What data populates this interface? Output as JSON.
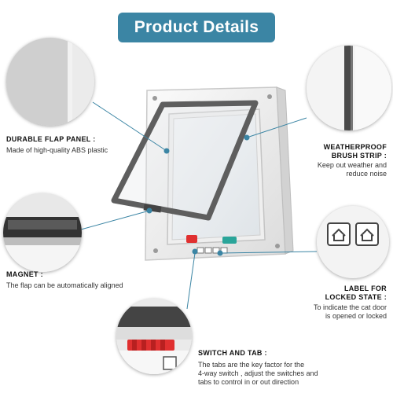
{
  "banner": {
    "title": "Product Details"
  },
  "features": [
    {
      "title": "DURABLE FLAP PANEL :",
      "desc": "Made of high-quality ABS plastic"
    },
    {
      "title": "MAGNET :",
      "desc": "The flap can be automatically aligned"
    },
    {
      "title_lines": [
        "WEATHERPROOF",
        "BRUSH STRIP :"
      ],
      "desc_lines": [
        "Keep out weather and",
        "reduce noise"
      ]
    },
    {
      "title_lines": [
        "LABEL FOR",
        "LOCKED STATE :"
      ],
      "desc_lines": [
        "To indicate the cat door",
        "is opened or locked"
      ]
    },
    {
      "title": "SWITCH AND TAB :",
      "desc_lines": [
        "The tabs are the key factor for the",
        "4-way switch , adjust the switches and",
        "tabs to control in or out direction"
      ]
    }
  ],
  "colors": {
    "banner": "#3b85a4",
    "callout": "#3b85a4",
    "latch_red": "#e03030",
    "latch_teal": "#2aa59a"
  }
}
